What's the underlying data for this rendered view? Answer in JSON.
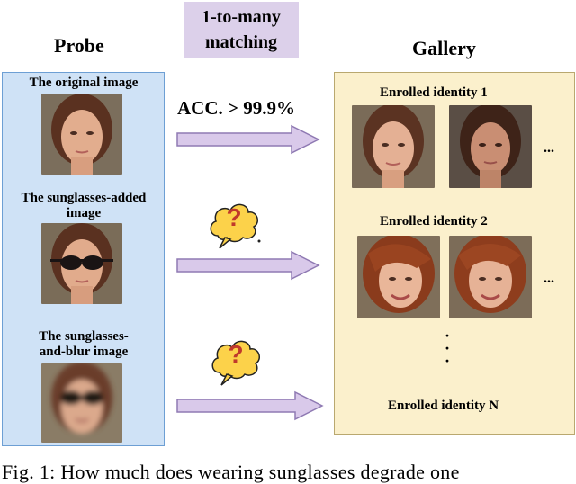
{
  "probe": {
    "title": "Probe",
    "items": [
      {
        "label": "The original image"
      },
      {
        "label_line1": "The sunglasses-added",
        "label_line2": "image"
      },
      {
        "label_line1": "The sunglasses-",
        "label_line2": "and-blur image"
      }
    ]
  },
  "matching": {
    "line1": "1-to-many",
    "line2": "matching"
  },
  "accuracy": "ACC. > 99.9%",
  "uncertain_symbol": "?",
  "gallery": {
    "title": "Gallery",
    "identities": [
      {
        "label": "Enrolled identity 1",
        "more": "..."
      },
      {
        "label": "Enrolled identity 2",
        "more": "..."
      },
      {
        "label": "Enrolled identity N"
      }
    ],
    "vertical_ellipsis": "·"
  },
  "caption": "Fig. 1: How much does wearing sunglasses degrade one",
  "colors": {
    "probe_bg": "#cfe2f6",
    "gallery_bg": "#fbf0cc",
    "matching_bg": "#dcd0ea",
    "arrow_fill": "#d9c9ea",
    "arrow_stroke": "#8f7ab3",
    "bubble_fill": "#fcd24a"
  }
}
